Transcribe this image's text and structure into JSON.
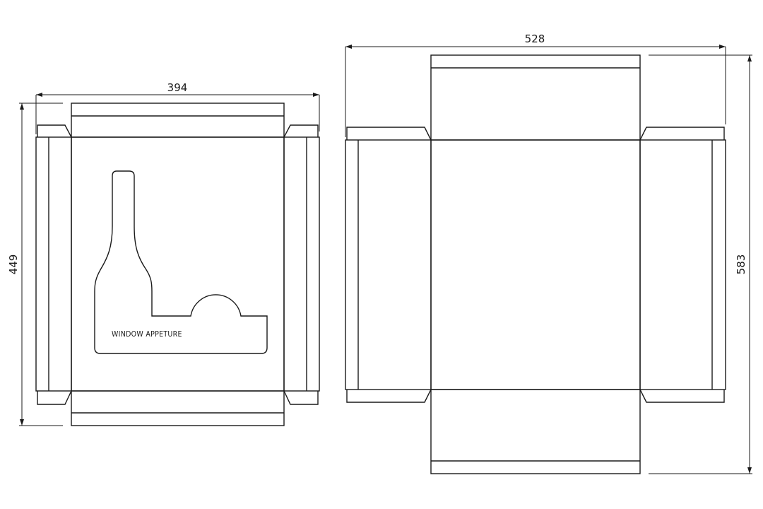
{
  "left_dieline": {
    "width_dim": "394",
    "height_dim": "449",
    "window_label": "WINDOW APPETURE"
  },
  "right_dieline": {
    "width_dim": "528",
    "height_dim": "583"
  },
  "colors": {
    "line": "#1a1a1a",
    "background": "#ffffff"
  }
}
